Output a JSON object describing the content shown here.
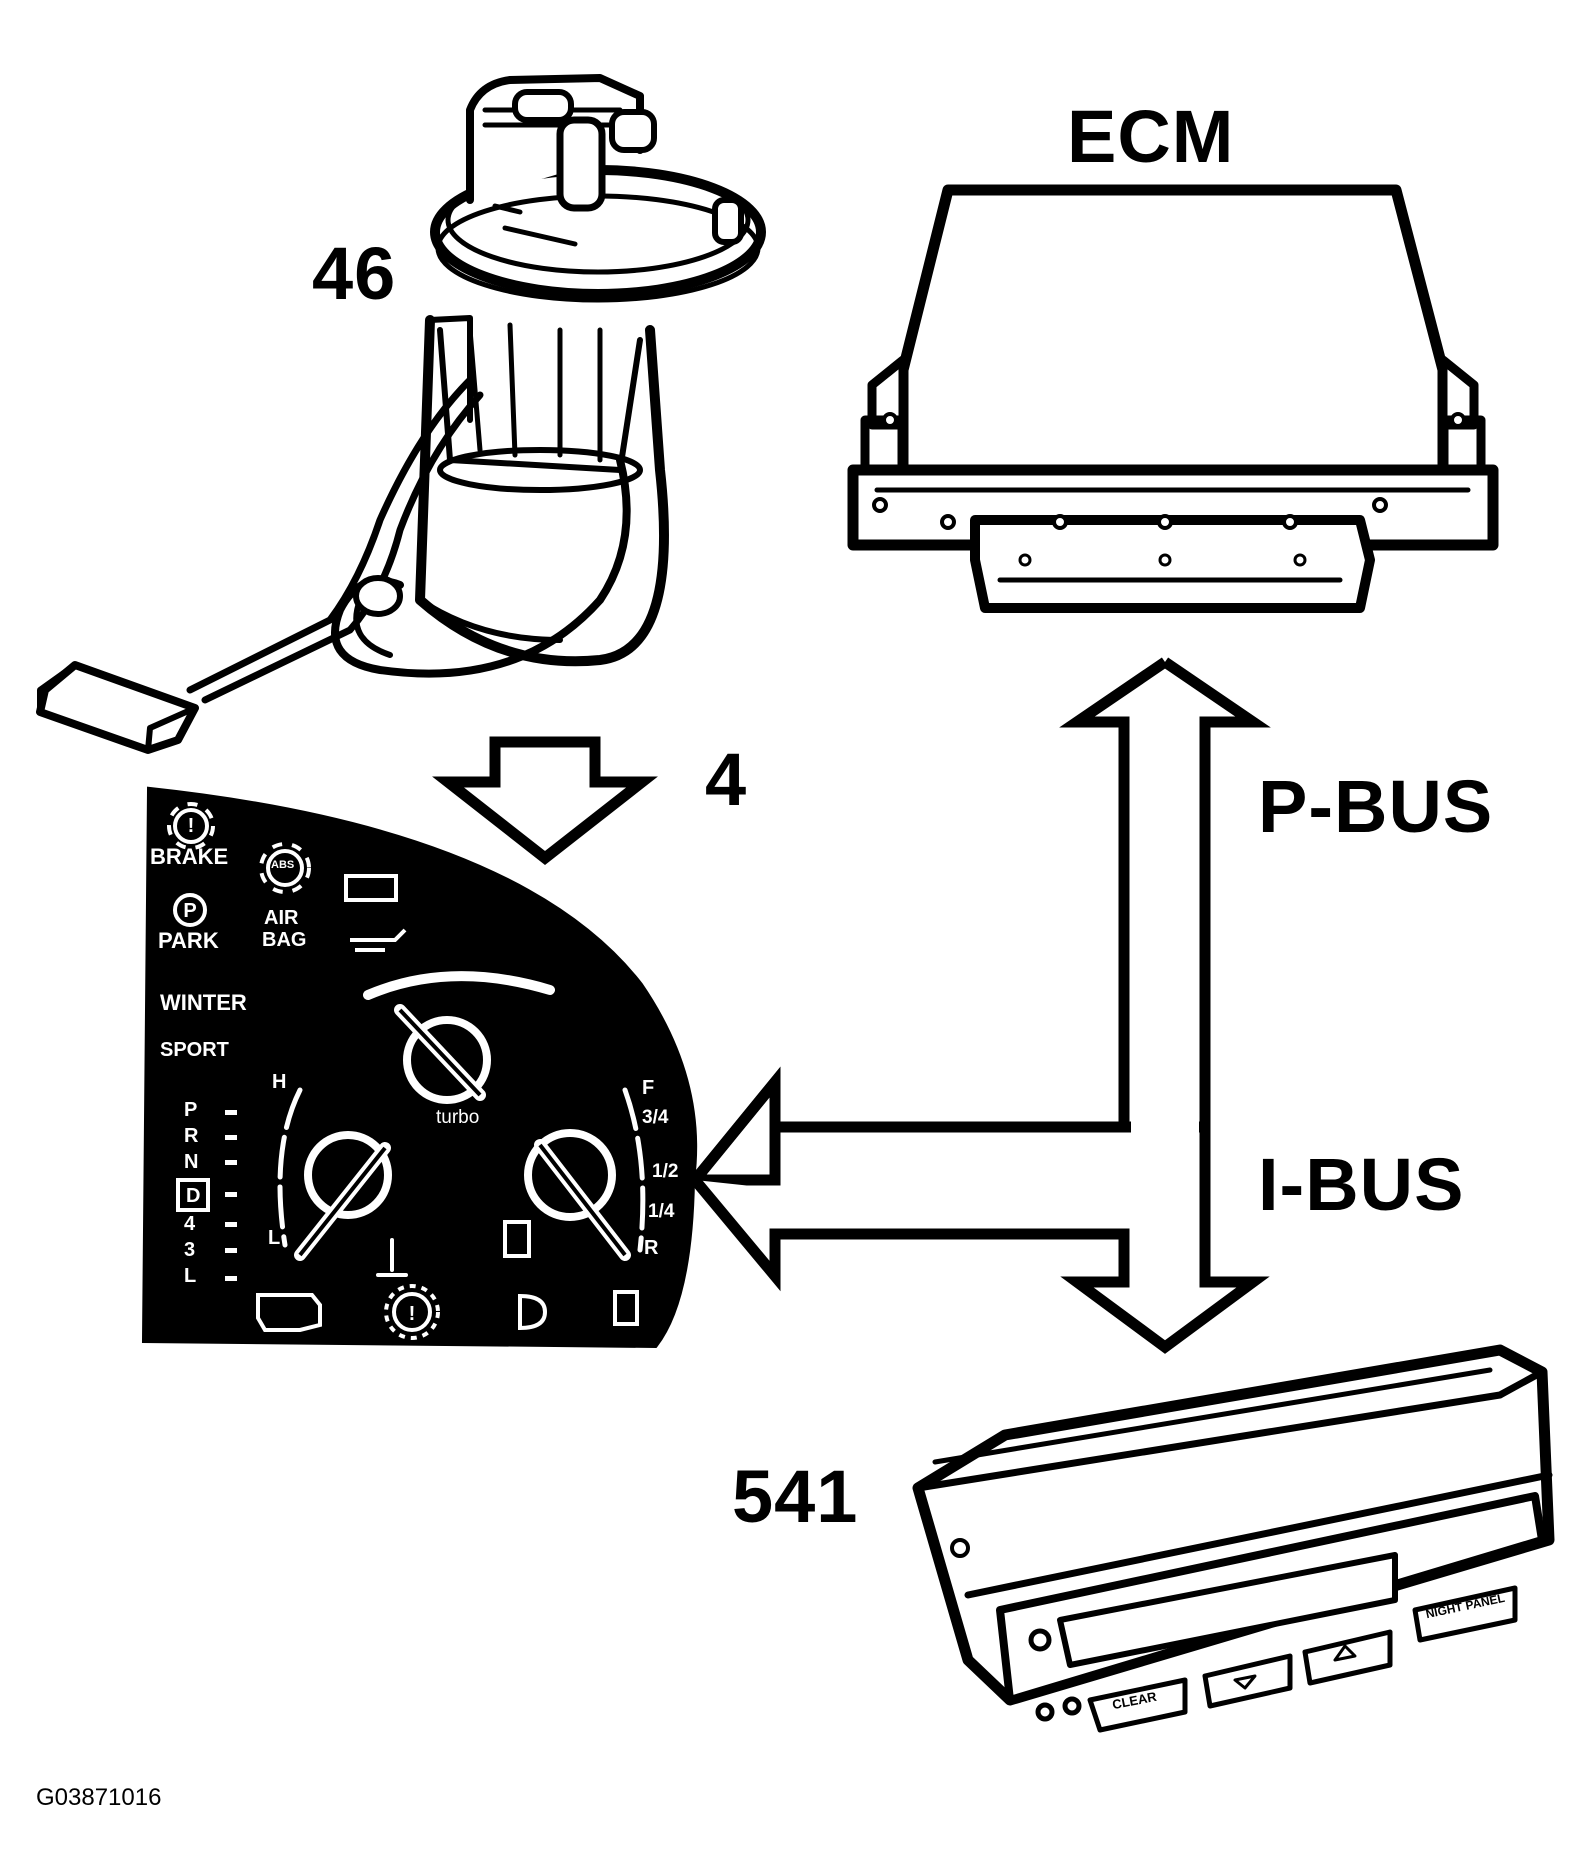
{
  "labels": {
    "ecm": "ECM",
    "fuel_pump": "46",
    "instrument_cluster": "4",
    "sid_display": "541",
    "p_bus": "P-BUS",
    "i_bus": "I-BUS",
    "figure_ref": "G03871016"
  },
  "cluster": {
    "brake": "BRAKE",
    "park": "PARK",
    "air": "AIR",
    "bag": "BAG",
    "abs": "ABS",
    "winter": "WINTER",
    "sport": "SPORT",
    "turbo": "turbo",
    "temp_high": "H",
    "temp_low": "L",
    "fuel_full": "F",
    "fuel_three_quarter": "3/4",
    "fuel_half": "1/2",
    "fuel_quarter": "1/4",
    "fuel_reserve": "R",
    "gears": [
      "P",
      "R",
      "N",
      "D",
      "4",
      "3",
      "L"
    ]
  },
  "sid": {
    "clear": "CLEAR",
    "night_panel": "NIGHT PANEL"
  }
}
